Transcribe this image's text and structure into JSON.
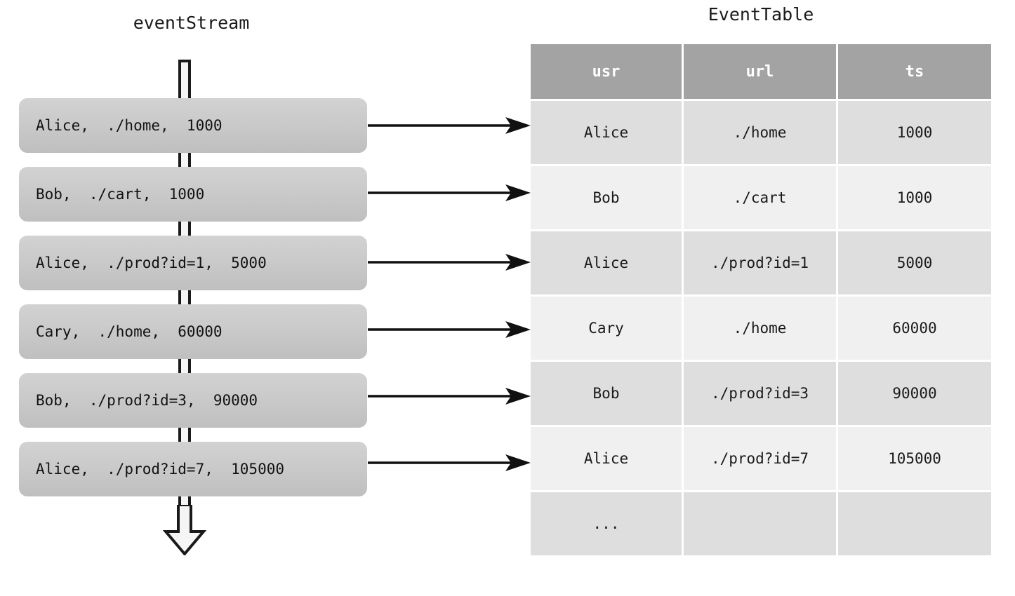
{
  "stream": {
    "title": "eventStream",
    "pipe_icon": "stream-pipe-icon",
    "arrow_icon": "stream-down-arrow-icon",
    "events": [
      {
        "text": "Alice,  ./home,  1000"
      },
      {
        "text": "Bob,  ./cart,  1000"
      },
      {
        "text": "Alice,  ./prod?id=1,  5000"
      },
      {
        "text": "Cary,  ./home,  60000"
      },
      {
        "text": "Bob,  ./prod?id=3,  90000"
      },
      {
        "text": "Alice,  ./prod?id=7,  105000"
      }
    ]
  },
  "connectors": {
    "icon": "right-arrow-icon",
    "count": 6
  },
  "table": {
    "title": "EventTable",
    "columns": [
      "usr",
      "url",
      "ts"
    ],
    "rows": [
      {
        "usr": "Alice",
        "url": "./home",
        "ts": "1000"
      },
      {
        "usr": "Bob",
        "url": "./cart",
        "ts": "1000"
      },
      {
        "usr": "Alice",
        "url": "./prod?id=1",
        "ts": "5000"
      },
      {
        "usr": "Cary",
        "url": "./home",
        "ts": "60000"
      },
      {
        "usr": "Bob",
        "url": "./prod?id=3",
        "ts": "90000"
      },
      {
        "usr": "Alice",
        "url": "./prod?id=7",
        "ts": "105000"
      },
      {
        "usr": "...",
        "url": "",
        "ts": ""
      }
    ]
  },
  "colors": {
    "header_bg": "#a3a3a3",
    "header_text": "#ffffff",
    "row_even_bg": "#dedede",
    "row_odd_bg": "#f0f0f0",
    "event_box_bg": "#cacaca",
    "stroke": "#1a1a1a",
    "page_bg": "#ffffff"
  }
}
